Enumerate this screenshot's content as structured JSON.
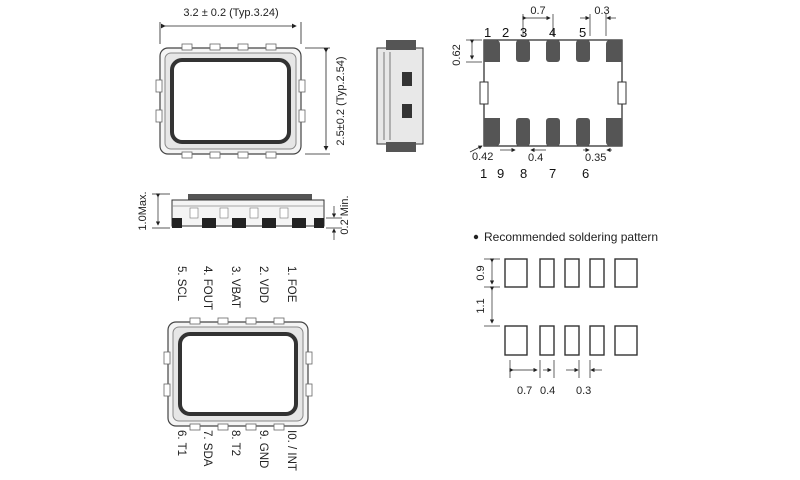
{
  "top_view": {
    "width_dim": "3.2 ± 0.2 (Typ.3.24)",
    "height_dim": "2.5±0.2 (Typ.2.54)"
  },
  "side_view": {
    "height_max": "1.0Max.",
    "standoff_min": "0.2 Min."
  },
  "bottom_view": {
    "pitch": "0.7",
    "pad_gap": "0.3",
    "pad_height": "0.62",
    "edge_offset": "0.42",
    "pad_width": "0.4",
    "end_pad_width": "0.35",
    "top_pins": [
      "1",
      "2",
      "3",
      "4",
      "5"
    ],
    "bottom_pins": [
      "1",
      "9",
      "8",
      "7",
      "6"
    ]
  },
  "pin_labels": {
    "top_row": [
      "5. SCL",
      "4. FOUT",
      "3. VBAT",
      "2. VDD",
      "1. FOE"
    ],
    "bottom_row": [
      "6. T1",
      "7. SDA",
      "8. T2",
      "9. GND",
      "I0. / INT"
    ]
  },
  "soldering": {
    "title": "Recommended soldering pattern",
    "dim_row1": "0.9",
    "dim_row2": "1.1",
    "dim_pitch": "0.7",
    "dim_width": "0.4",
    "dim_gap": "0.3"
  }
}
